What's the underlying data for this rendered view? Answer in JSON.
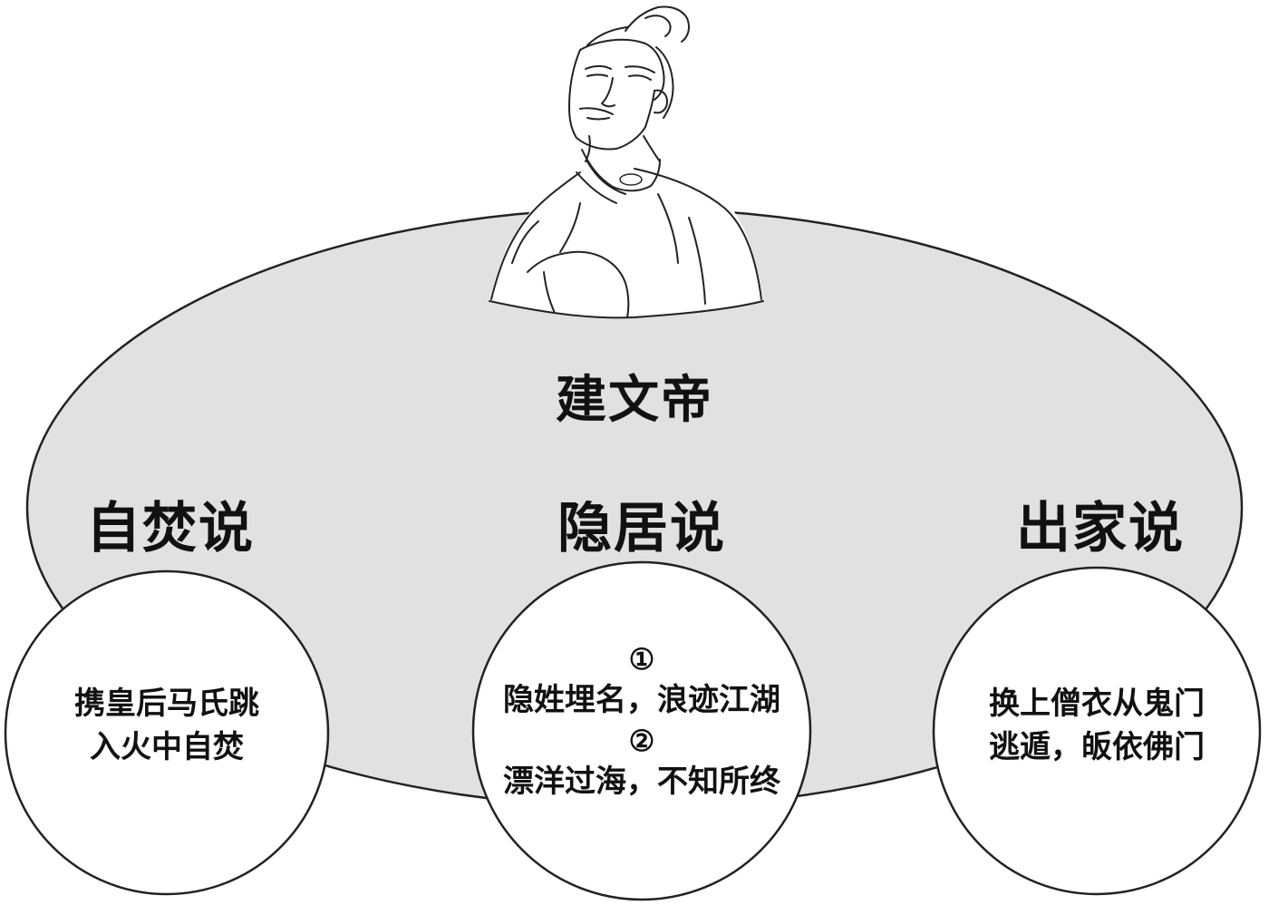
{
  "main": {
    "title": "建文帝"
  },
  "theories": [
    {
      "heading": "自焚说",
      "lines": [
        "携皇后马氏跳",
        "入火中自焚"
      ]
    },
    {
      "heading": "隐居说",
      "items": [
        {
          "marker": "①",
          "text": "隐姓埋名，浪迹江湖"
        },
        {
          "marker": "②",
          "text": "漂洋过海，不知所终"
        }
      ]
    },
    {
      "heading": "出家说",
      "lines": [
        "换上僧衣从鬼门",
        "逃遁，皈依佛门"
      ]
    }
  ],
  "colors": {
    "ellipse_fill": "#e1e1e1",
    "stroke": "#222222",
    "circle_fill": "#ffffff"
  },
  "figure": {
    "icon": "emperor-portrait-illustration"
  }
}
